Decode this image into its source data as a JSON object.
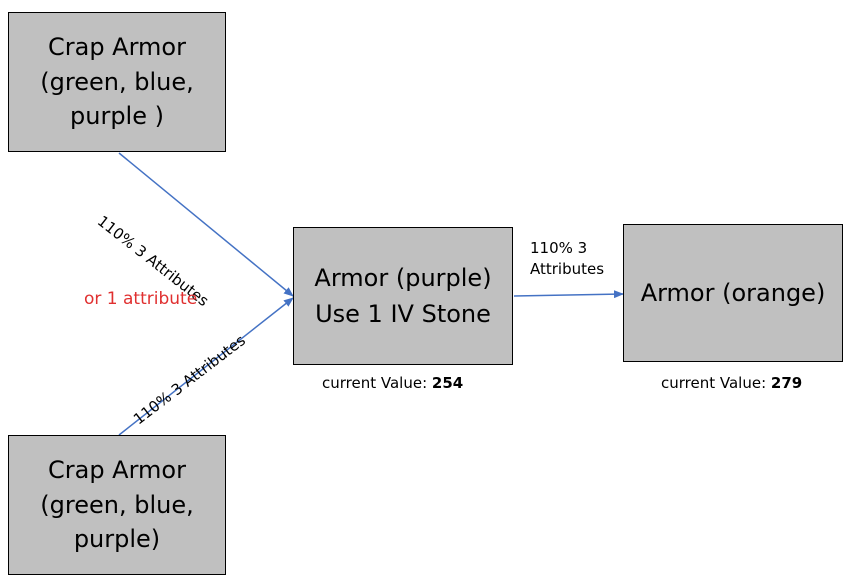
{
  "colors": {
    "box_fill": "#c0c0c0",
    "box_border": "#000000",
    "arrow": "#4472c4",
    "highlight_text": "#e03030",
    "text": "#000000"
  },
  "nodes": {
    "crap_top": {
      "lines": [
        "Crap Armor",
        "(green, blue,",
        "purple )"
      ]
    },
    "crap_bottom": {
      "lines": [
        "Crap Armor",
        "(green, blue,",
        "purple)"
      ]
    },
    "purple": {
      "lines": [
        "Armor (purple)",
        "Use 1 IV Stone"
      ]
    },
    "orange": {
      "lines": [
        "Armor (orange)"
      ]
    }
  },
  "edges": {
    "upper": {
      "label": "110% 3 Attributes"
    },
    "lower": {
      "label": "110% 3 Attributes"
    },
    "middle": {
      "lines": [
        "110% 3",
        "Attributes"
      ]
    }
  },
  "annotations": {
    "or_attribute": "or 1 attribute"
  },
  "values": {
    "purple": {
      "prefix": "current Value: ",
      "number": "254"
    },
    "orange": {
      "prefix": "current Value: ",
      "number": "279"
    }
  }
}
